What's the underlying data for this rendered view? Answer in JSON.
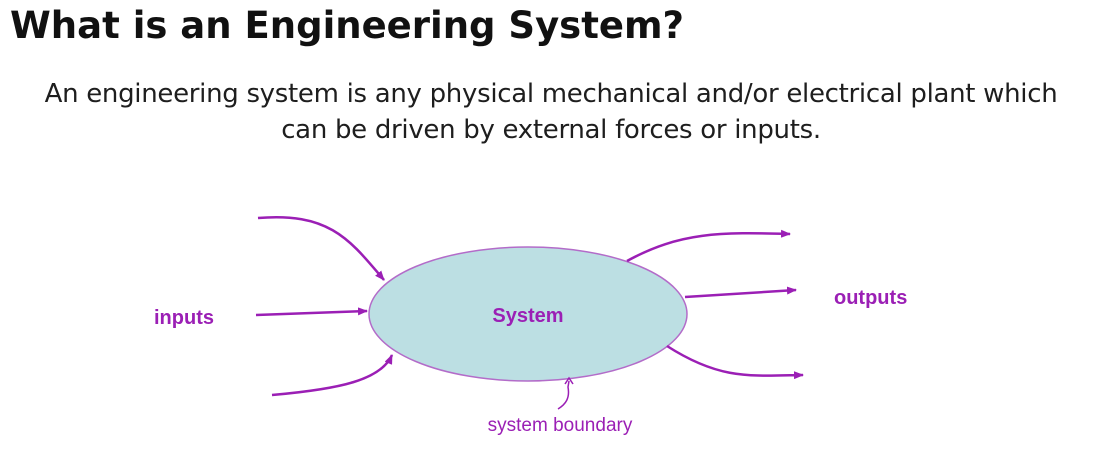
{
  "slide": {
    "title": "What is an Engineering System?",
    "body_line_1": "An engineering system is any physical mechanical and/or electrical plant which",
    "body_line_2": "can be driven by external forces or inputs."
  },
  "diagram": {
    "inputs_label": "inputs",
    "system_label": "System",
    "outputs_label": "outputs",
    "boundary_label": "system boundary",
    "colors": {
      "arrow": "#9b1fb5",
      "system_fill": "#bcdfe3",
      "system_outline": "#b36cc9",
      "text": "#9b1fb5"
    }
  }
}
